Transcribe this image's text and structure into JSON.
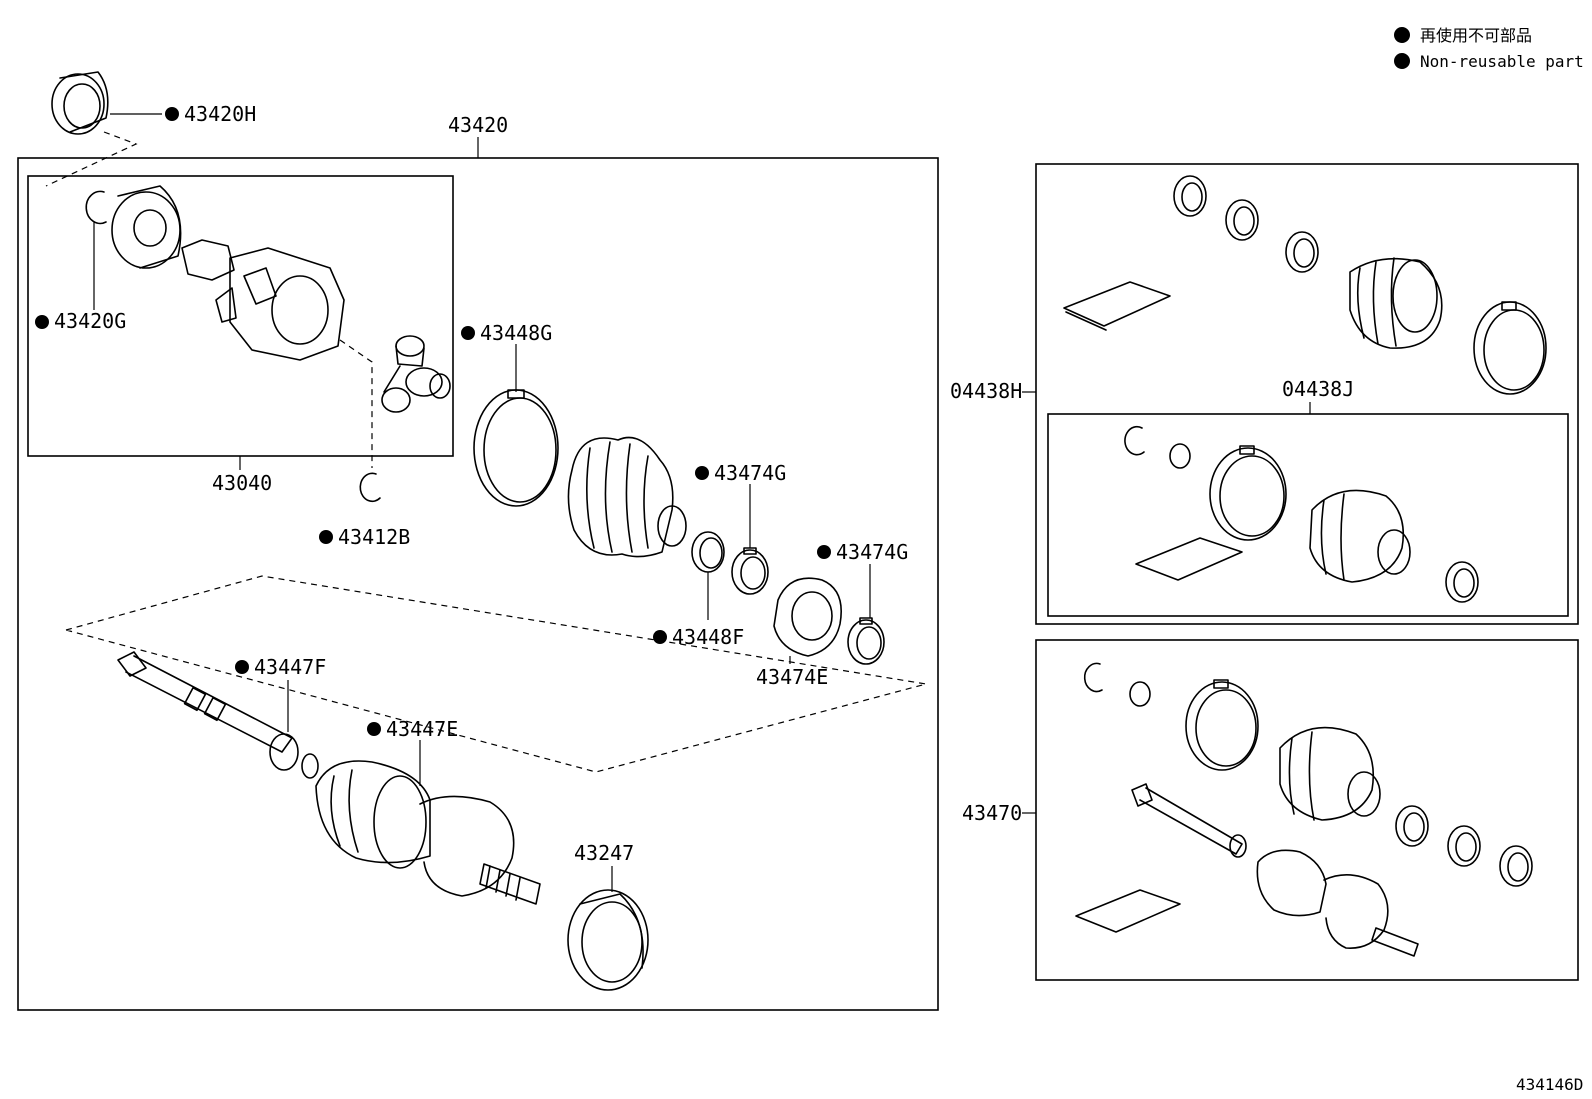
{
  "legend": {
    "jp": "再使用不可部品",
    "en": "Non-reusable part"
  },
  "diagram_code": "434146D",
  "parts": {
    "p43420H": "43420H",
    "p43420": "43420",
    "p43420G": "43420G",
    "p43040": "43040",
    "p43412B": "43412B",
    "p43448G": "43448G",
    "p43474G_a": "43474G",
    "p43474G_b": "43474G",
    "p43448F": "43448F",
    "p43474E": "43474E",
    "p43447F": "43447F",
    "p43447E": "43447E",
    "p43247": "43247",
    "p04438H": "04438H",
    "p04438J": "04438J",
    "p43470": "43470"
  }
}
